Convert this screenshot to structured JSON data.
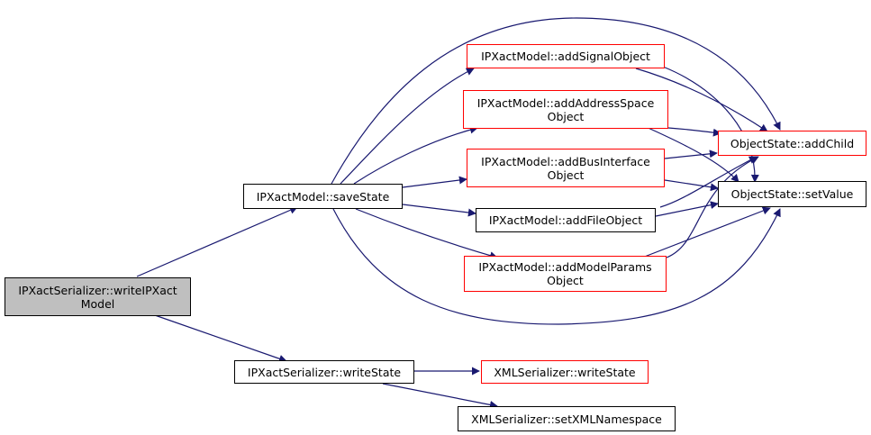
{
  "colors": {
    "edge": "#191970",
    "red_border": "#ff0000",
    "black_border": "#000000",
    "root_fill": "#bfbfbf"
  },
  "nodes": {
    "write_ipxact_model": {
      "label": "IPXactSerializer::writeIPXact\nModel"
    },
    "save_state": {
      "label": "IPXactModel::saveState"
    },
    "serializer_write_state": {
      "label": "IPXactSerializer::writeState"
    },
    "add_signal_object": {
      "label": "IPXactModel::addSignalObject"
    },
    "add_address_space_object": {
      "label": "IPXactModel::addAddressSpace\nObject"
    },
    "add_bus_interface_object": {
      "label": "IPXactModel::addBusInterface\nObject"
    },
    "add_file_object": {
      "label": "IPXactModel::addFileObject"
    },
    "add_model_params_object": {
      "label": "IPXactModel::addModelParams\nObject"
    },
    "object_state_add_child": {
      "label": "ObjectState::addChild"
    },
    "object_state_set_value": {
      "label": "ObjectState::setValue"
    },
    "xml_write_state": {
      "label": "XMLSerializer::writeState"
    },
    "xml_set_namespace": {
      "label": "XMLSerializer::setXMLNamespace"
    }
  }
}
